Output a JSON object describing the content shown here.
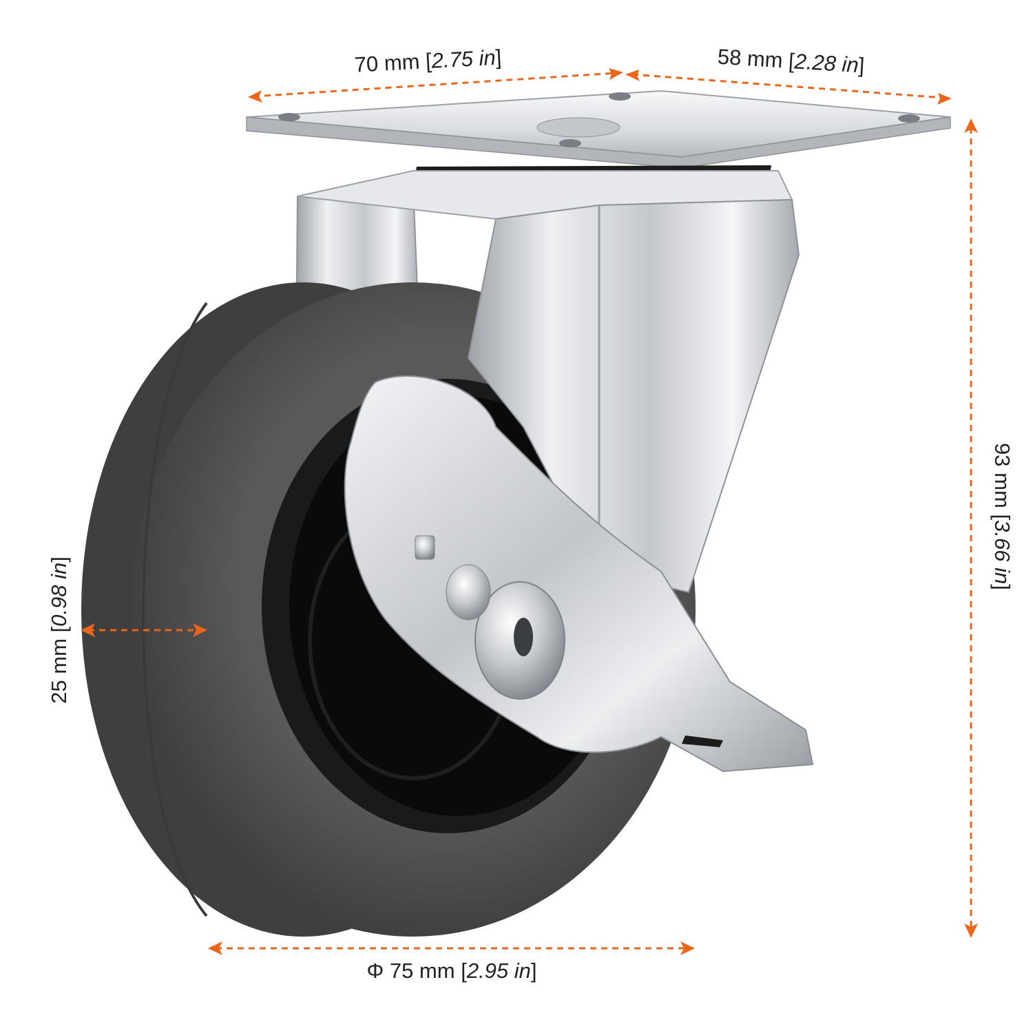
{
  "colors": {
    "dimension_line": "#e8671c",
    "text": "#222222",
    "tread": "#505050",
    "tread_dark": "#3c3c3c",
    "hub": "#0c0c0c",
    "steel_light": "#f2f3f5",
    "steel_mid": "#c9ccd1",
    "steel_dark": "#8e9298",
    "background": "#ffffff"
  },
  "icons": {
    "product": "swivel-caster-with-brake-icon",
    "arrowheads": "chevron-arrowhead-icon"
  },
  "dimensions": {
    "plate_width": {
      "metric": "70 mm",
      "imperial": "2.75 in"
    },
    "plate_depth": {
      "metric": "58 mm",
      "imperial": "2.28 in"
    },
    "total_height": {
      "metric": "93 mm",
      "imperial": "3.66 in"
    },
    "wheel_width": {
      "metric": "25 mm",
      "imperial": "0.98 in"
    },
    "wheel_diameter": {
      "prefix": "Φ",
      "metric": "75 mm",
      "imperial": "2.95 in"
    }
  }
}
